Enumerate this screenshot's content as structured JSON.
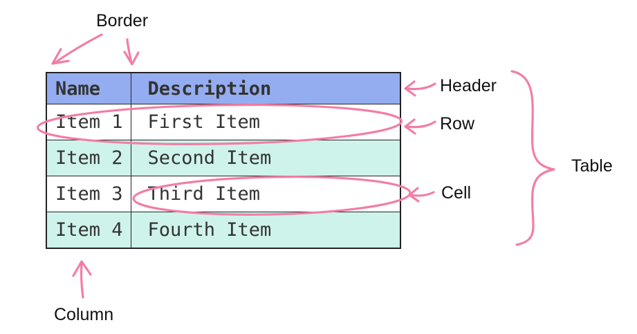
{
  "labels": {
    "border": "Border",
    "header": "Header",
    "row": "Row",
    "cell": "Cell",
    "table": "Table",
    "column": "Column"
  },
  "table": {
    "columns": [
      "Name",
      "Description"
    ],
    "rows": [
      [
        "Item 1",
        "First Item"
      ],
      [
        "Item 2",
        "Second Item"
      ],
      [
        "Item 3",
        "Third Item"
      ],
      [
        "Item 4",
        "Fourth Item"
      ]
    ]
  },
  "colors": {
    "header_bg": "#94adf0",
    "row_bg": "#ffffff",
    "row_alt_bg": "#cef3ea",
    "annotation_pink": "#f17ea6",
    "border_color": "#222222",
    "cell_text": "#333333",
    "label_text": "#111111"
  }
}
